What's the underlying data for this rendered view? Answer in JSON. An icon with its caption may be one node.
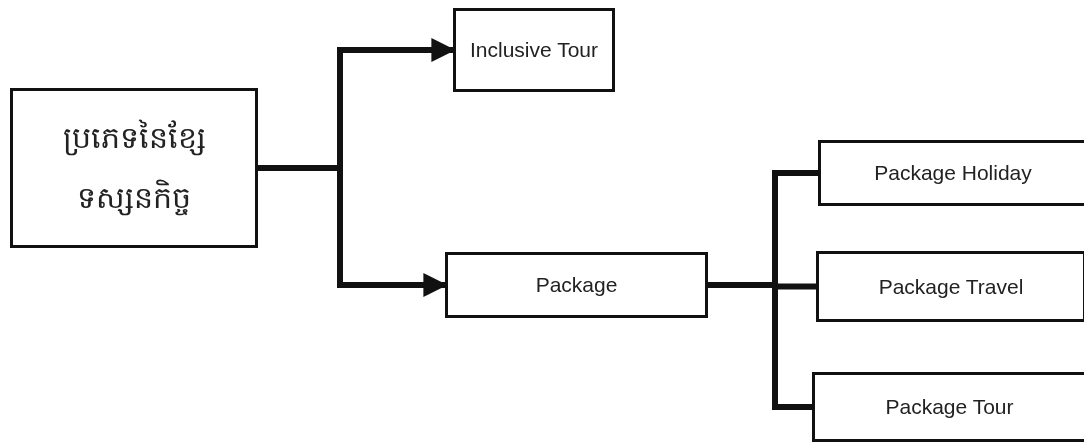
{
  "diagram": {
    "nodes": [
      {
        "text": [
          "ប្រភេទនៃខ្សែទស្សនកិច្ច"
        ]
      },
      {
        "text": [
          "Inclusive Tour"
        ]
      },
      {
        "text": [
          "Package"
        ]
      },
      {
        "text": [
          "Package Holiday"
        ]
      },
      {
        "text": [
          "Package Travel"
        ]
      },
      {
        "text": [
          "Package Tour"
        ]
      }
    ],
    "edges": [
      {
        "from": 0,
        "to": 1,
        "arrow": "to"
      },
      {
        "from": 0,
        "to": 2,
        "arrow": "to"
      },
      {
        "from": 2,
        "to": 3,
        "arrow": "none"
      },
      {
        "from": 2,
        "to": 4,
        "arrow": "none"
      },
      {
        "from": 2,
        "to": 5,
        "arrow": "none"
      }
    ]
  }
}
